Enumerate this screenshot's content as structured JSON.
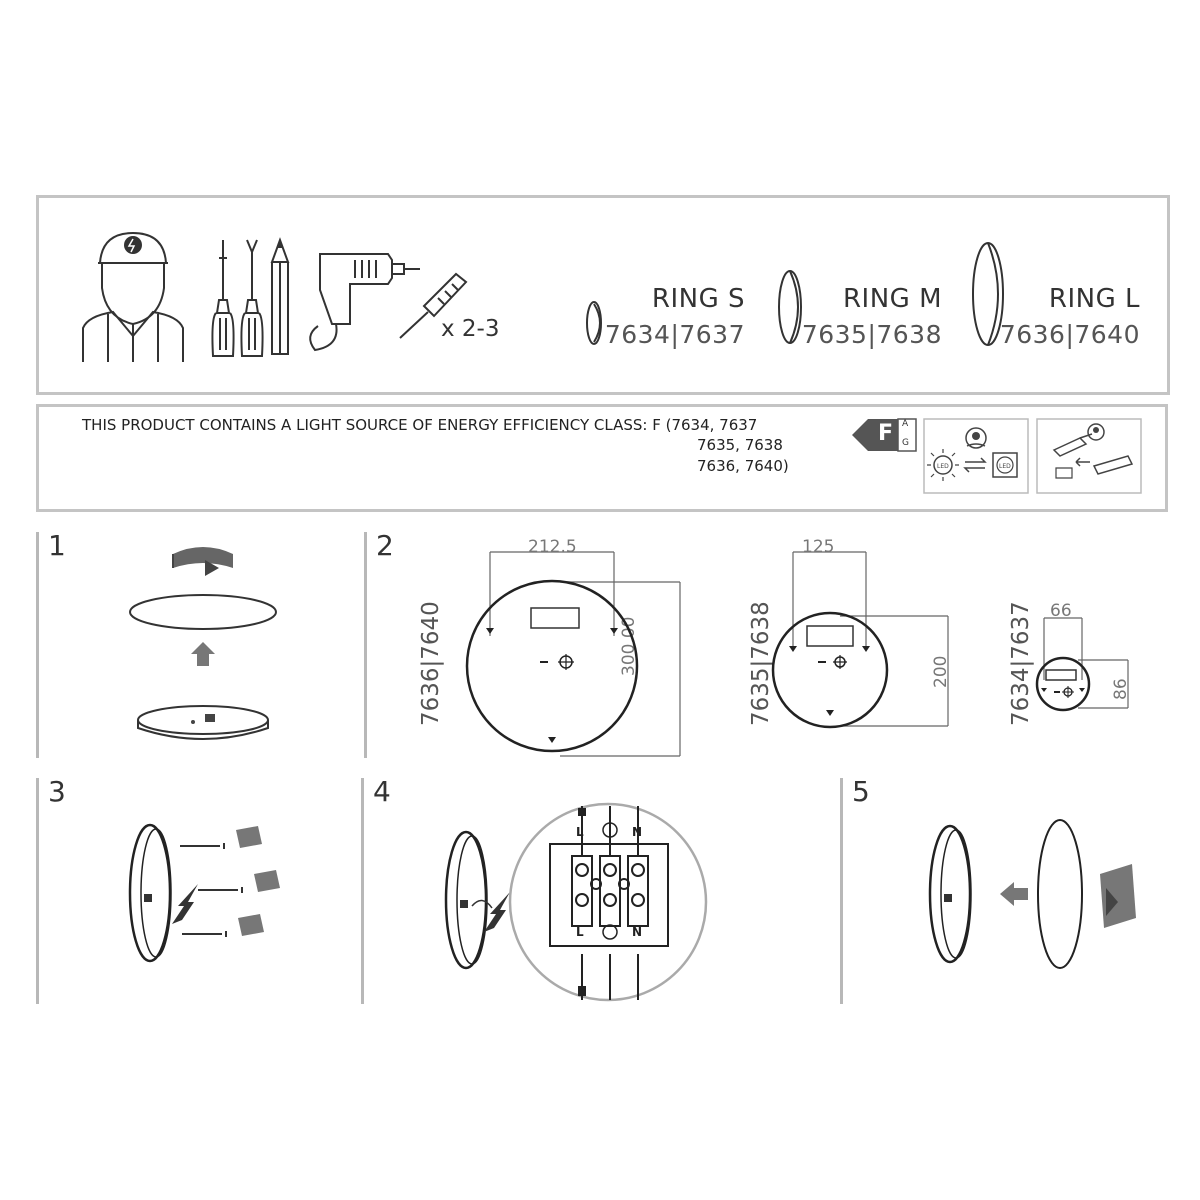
{
  "tools": {
    "anchor_count": "x 2-3"
  },
  "rings": [
    {
      "name": "RING S",
      "codes": "7634|7637"
    },
    {
      "name": "RING M",
      "codes": "7635|7638"
    },
    {
      "name": "RING L",
      "codes": "7636|7640"
    }
  ],
  "energy": {
    "line1": "THIS PRODUCT CONTAINS A LIGHT SOURCE OF ENERGY EFFICIENCY CLASS: F (7634, 7637",
    "line2": "7635, 7638",
    "line3": "7636, 7640)",
    "class_letter": "F",
    "scale_top": "A",
    "scale_bottom": "G",
    "led_label": "LED"
  },
  "steps": [
    {
      "number": "1"
    },
    {
      "number": "2"
    },
    {
      "number": "3"
    },
    {
      "number": "4"
    },
    {
      "number": "5"
    }
  ],
  "dimensions": {
    "large": {
      "model": "7636|7640",
      "width": "212.5",
      "height": "300.00"
    },
    "medium": {
      "model": "7635|7638",
      "width": "125",
      "height": "200"
    },
    "small": {
      "model": "7634|7637",
      "width": "66",
      "height": "86"
    }
  },
  "terminal": {
    "top_labels": [
      "L",
      "N"
    ],
    "bottom_labels": [
      "L",
      "N"
    ]
  }
}
